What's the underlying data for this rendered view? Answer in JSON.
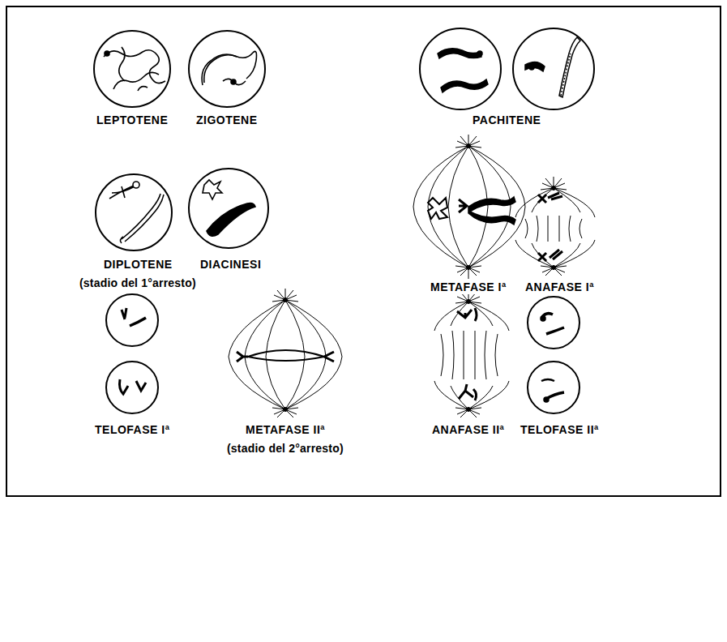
{
  "diagram": {
    "labels": [
      "LEPTOTENE",
      "ZIGOTENE",
      "PACHITENE",
      "DIPLOTENE",
      "(stadio del 1°arresto)",
      "DIACINESI",
      "METAFASE Iª",
      "ANAFASE Iª",
      "TELOFASE Iª",
      "METAFASE IIª",
      "(stadio del 2°arresto)",
      "ANAFASE IIª",
      "TELOFASE IIª"
    ]
  }
}
